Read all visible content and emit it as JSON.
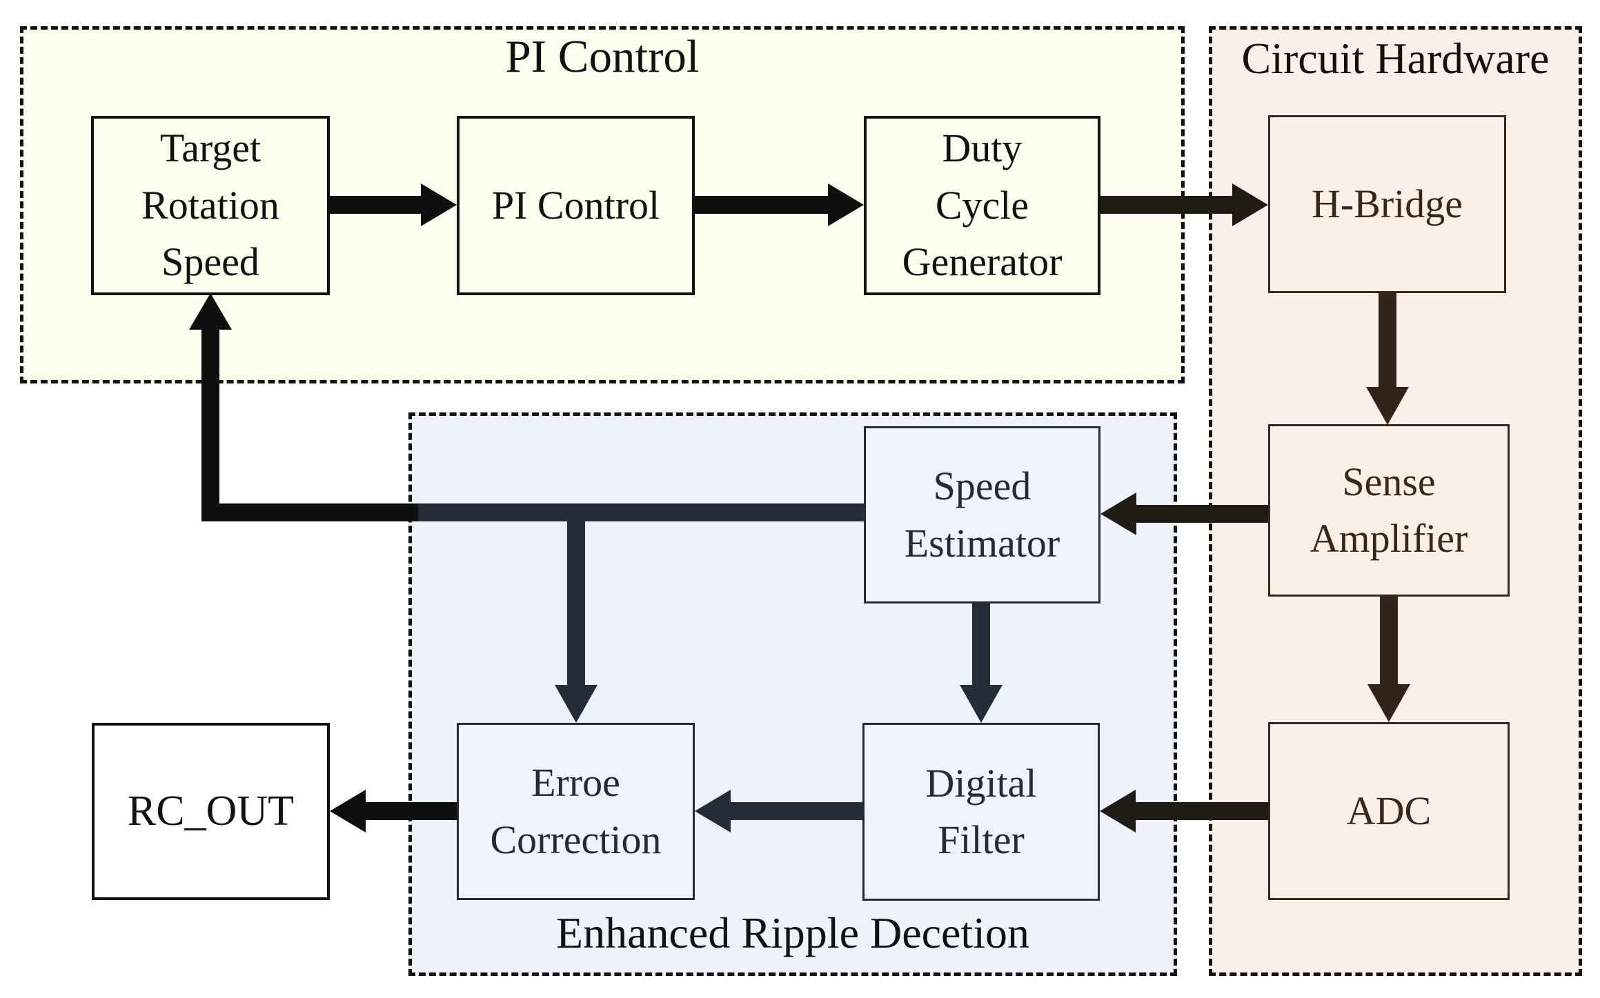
{
  "diagram": {
    "regions": {
      "pi_control": {
        "title": "PI Control"
      },
      "circuit_hardware": {
        "title": "Circuit Hardware"
      },
      "enhanced_ripple_detection": {
        "title": "Enhanced Ripple Decetion"
      }
    },
    "blocks": {
      "target_rotation_speed": {
        "label": "Target\nRotation\nSpeed"
      },
      "pi_control": {
        "label": "PI Control"
      },
      "duty_cycle_generator": {
        "label": "Duty\nCycle\nGenerator"
      },
      "h_bridge": {
        "label": "H-Bridge"
      },
      "sense_amplifier": {
        "label": "Sense\nAmplifier"
      },
      "adc": {
        "label": "ADC"
      },
      "speed_estimator": {
        "label": "Speed\nEstimator"
      },
      "digital_filter": {
        "label": "Digital\nFilter"
      },
      "error_correction": {
        "label": "Erroe\nCorrection"
      },
      "rc_out": {
        "label": "RC_OUT"
      }
    },
    "connections": [
      "target_rotation_speed -> pi_control",
      "pi_control -> duty_cycle_generator",
      "duty_cycle_generator -> h_bridge",
      "h_bridge -> sense_amplifier",
      "sense_amplifier -> adc",
      "sense_amplifier -> speed_estimator",
      "adc -> digital_filter",
      "speed_estimator -> digital_filter",
      "speed_estimator -> target_rotation_speed",
      "speed_estimator -> error_correction",
      "digital_filter -> error_correction",
      "error_correction -> rc_out"
    ]
  },
  "colors": {
    "ink": "#111111",
    "hw_title_ink": "#17110d",
    "hw_ink": "#38281c",
    "erd_ink": "#232a38",
    "pi_fill": "#fcfcef",
    "hw_fill": "#faf0e7",
    "erd_fill": "#edf2fb",
    "erd_box_fill": "#eff3fc",
    "arrow_black": "#0f0f0f",
    "arrow_brown": "#33231a",
    "arrow_navy": "#242b39",
    "arrow_dark": "#211b16"
  }
}
